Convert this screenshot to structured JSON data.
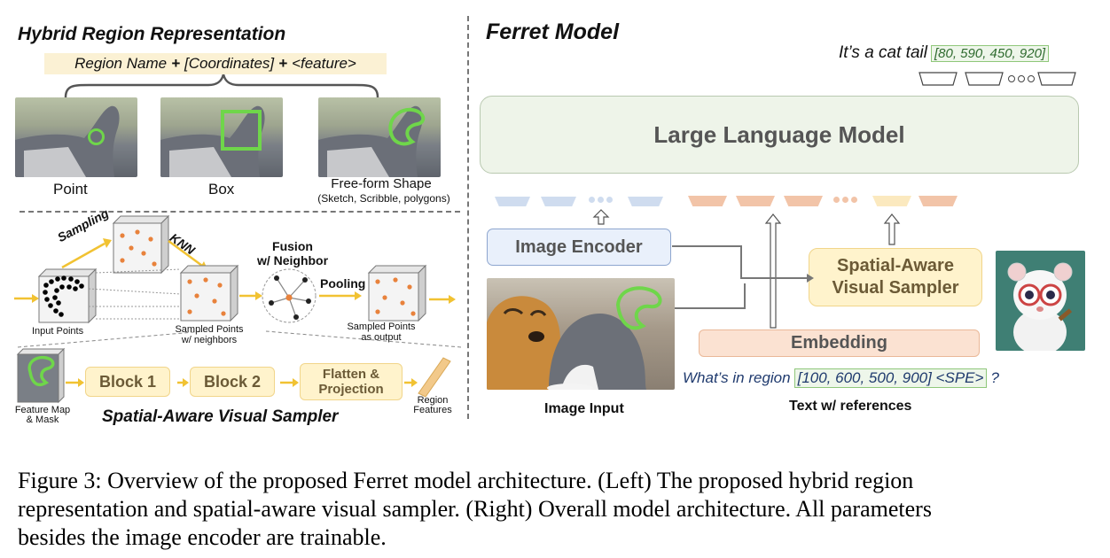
{
  "left": {
    "hybrid_title": "Hybrid Region Representation",
    "formula": {
      "p1": "Region Name",
      "plus1": "+",
      "p2": "[Coordinates]",
      "plus2": "+",
      "p3": "<feature>"
    },
    "examples": {
      "point": "Point",
      "box": "Box",
      "freeform": "Free-form Shape",
      "freeform_sub": "(Sketch, Scribble, polygons)"
    },
    "sampler": {
      "sampling": "Sampling",
      "knn": "KNN",
      "fusion": "Fusion",
      "fusion2": "w/ Neighbor",
      "pooling": "Pooling",
      "input_points": "Input Points",
      "sampled_neighbors_1": "Sampled Points",
      "sampled_neighbors_2": "w/ neighbors",
      "sampled_output_1": "Sampled Points",
      "sampled_output_2": "as output",
      "feature_map_1": "Feature Map",
      "feature_map_2": "& Mask",
      "block1": "Block 1",
      "block2": "Block 2",
      "flatten_1": "Flatten &",
      "flatten_2": "Projection",
      "region_features_1": "Region",
      "region_features_2": "Features",
      "title": "Spatial-Aware Visual Sampler"
    }
  },
  "right": {
    "title": "Ferret Model",
    "output_text": "It’s a cat tail",
    "output_coords": "[80, 590, 450, 920]",
    "llm": "Large Language Model",
    "image_encoder": "Image Encoder",
    "sampler_1": "Spatial-Aware",
    "sampler_2": "Visual Sampler",
    "embedding": "Embedding",
    "query_prefix": "What’s in region",
    "query_coords": "[100, 600, 500, 900] <SPE>",
    "query_suffix": "?",
    "image_input": "Image Input",
    "text_refs": "Text w/ references"
  },
  "caption": {
    "line1": "Figure 3: Overview of the proposed Ferret model architecture. (Left) The proposed hybrid region",
    "line2": "representation and spatial-aware visual sampler. (Right) Overall model architecture. All parameters",
    "line3": "besides the image encoder are trainable."
  },
  "colors": {
    "green_outline": "#6fd64a",
    "llm_fill": "#eef4e9",
    "encoder_fill": "#e9f0fb",
    "sampler_fill": "#fff3cc",
    "embedding_fill": "#fbe2d2",
    "orange_arrow": "#f1c232",
    "point_orange": "#e8823c"
  }
}
